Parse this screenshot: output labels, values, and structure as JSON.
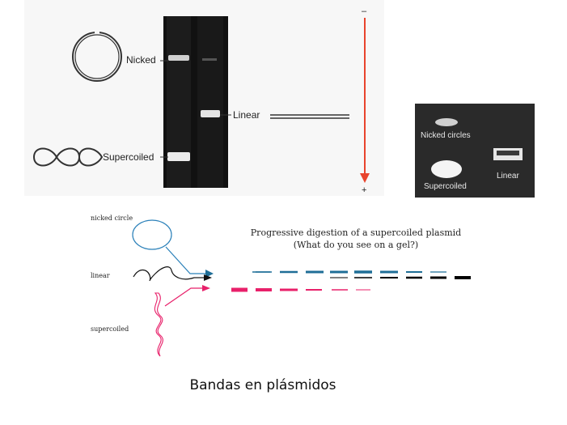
{
  "top_diagram": {
    "labels": {
      "nicked": "Nicked",
      "linear": "Linear",
      "supercoiled": "Supercoiled"
    },
    "electrode_top": "–",
    "electrode_bottom": "+"
  },
  "gel_photo": {
    "labels": {
      "nicked": "Nicked circles",
      "supercoiled": "Supercoiled",
      "linear": "Linear"
    }
  },
  "digestion": {
    "title_line1": "Progressive digestion of a supercoiled plasmid",
    "title_line2": "(What do you see on a gel?)",
    "labels": {
      "nicked": "nicked circle",
      "linear": "linear",
      "supercoiled": "supercoiled"
    },
    "colors": {
      "nicked": "#1f6e97",
      "linear": "#000000",
      "supercoiled": "#e8206a"
    }
  },
  "caption": "Bandas en plásmidos"
}
